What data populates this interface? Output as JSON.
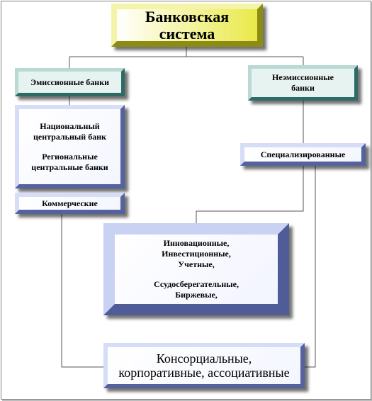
{
  "root": {
    "line1": "Банковская",
    "line2": "система"
  },
  "emission": {
    "label": "Эмиссионные банки"
  },
  "nonemission": {
    "line1": "Неэмиссионные",
    "line2": "банки"
  },
  "central": {
    "national_line1": "Национальный",
    "national_line2": "центральный банк",
    "regional_line1": "Региональные",
    "regional_line2": "центральные банки"
  },
  "commercial": {
    "label": "Коммерческие"
  },
  "specialized": {
    "label": "Специализированные"
  },
  "types": {
    "line1": "Инновационные,",
    "line2": "Инвестиционные,",
    "line3": "Учетные,",
    "line4": "Ссудосберегательные,",
    "line5": "Биржевые,"
  },
  "consortium": {
    "line1": "Консорциальные,",
    "line2": "корпоративные, ассоциативные"
  }
}
